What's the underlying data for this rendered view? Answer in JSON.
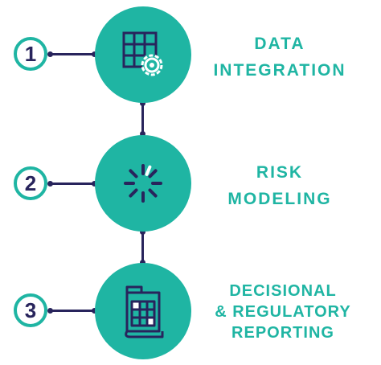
{
  "steps": [
    {
      "number": "1",
      "icon": "table-gear-icon",
      "label_lines": [
        "DATA",
        "INTEGRATION"
      ]
    },
    {
      "number": "2",
      "icon": "loading-spinner-icon",
      "label_lines": [
        "RISK",
        "MODELING"
      ]
    },
    {
      "number": "3",
      "icon": "report-document-icon",
      "label_lines": [
        "DECISIONAL",
        "& REGULATORY",
        "REPORTING"
      ]
    }
  ],
  "colors": {
    "teal": "#1fb5a3",
    "navy": "#28245c",
    "background": "#ffffff"
  }
}
